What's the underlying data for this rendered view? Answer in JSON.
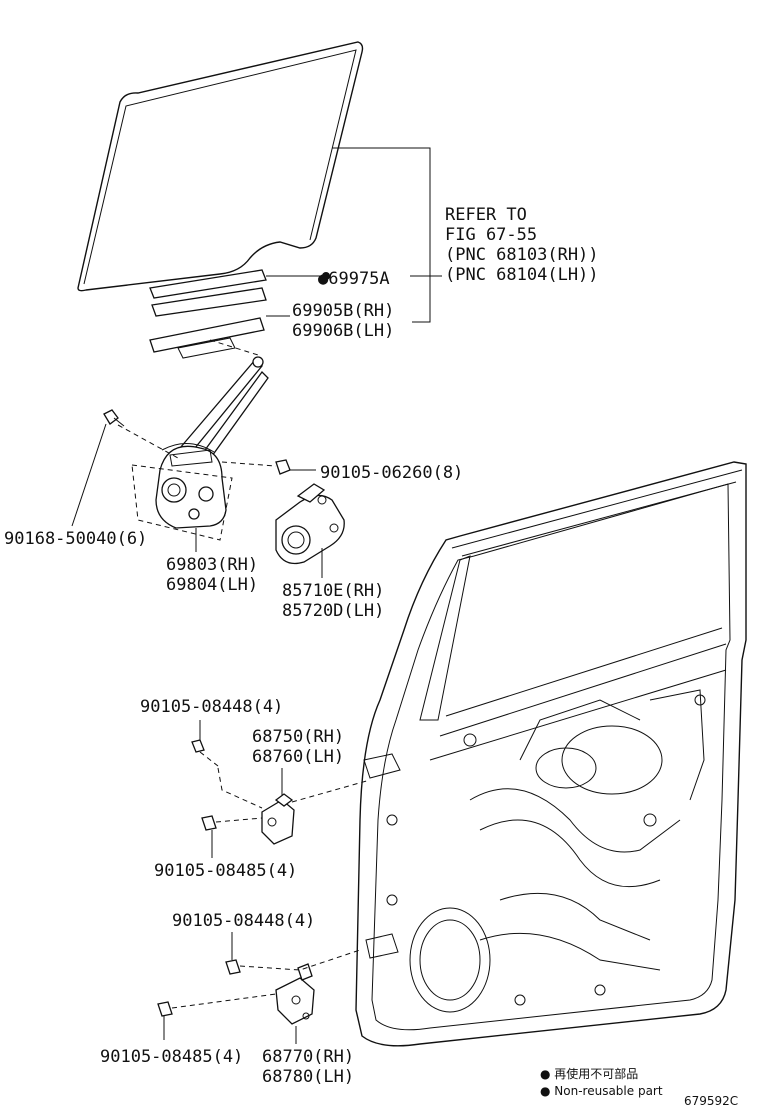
{
  "refer": {
    "line1": "REFER TO",
    "line2": "FIG 67-55",
    "line3": "(PNC 68103(RH))",
    "line4": "(PNC 68104(LH))"
  },
  "labels": {
    "p69975": "●69975A",
    "p69905": "69905B(RH)",
    "p69906": "69906B(LH)",
    "p90105_06260": "90105-06260(8)",
    "p90168": "90168-50040(6)",
    "p69803": "69803(RH)",
    "p69804": "69804(LH)",
    "p85710": "85710E(RH)",
    "p85720": "85720D(LH)",
    "p90105_08448_a": "90105-08448(4)",
    "p68750": "68750(RH)",
    "p68760": "68760(LH)",
    "p90105_08485_a": "90105-08485(4)",
    "p90105_08448_b": "90105-08448(4)",
    "p90105_08485_b": "90105-08485(4)",
    "p68770": "68770(RH)",
    "p68780": "68780(LH)"
  },
  "legend": {
    "jp": "● 再使用不可部品",
    "en": "● Non-reusable part"
  },
  "figure_code": "679592C"
}
